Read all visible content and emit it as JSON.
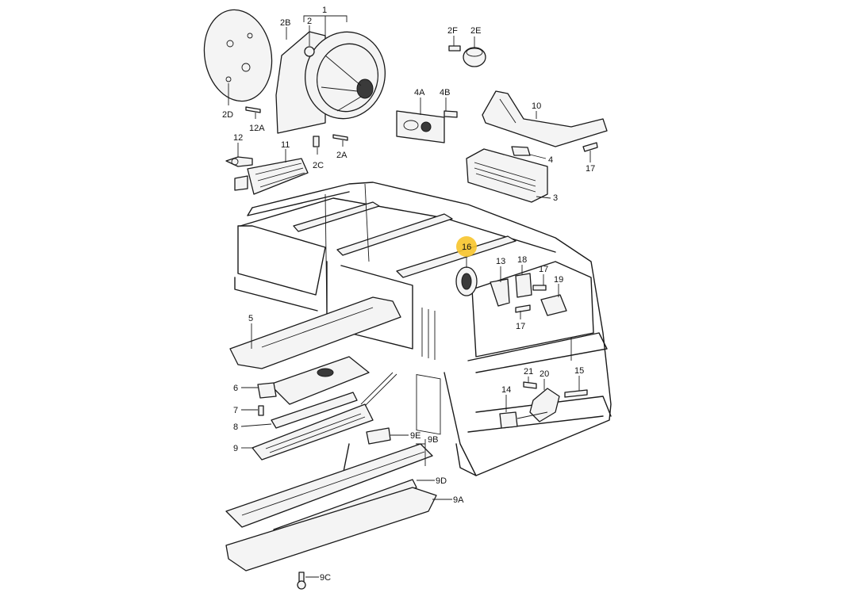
{
  "labels": [
    {
      "id": "1",
      "text": "1"
    },
    {
      "id": "2",
      "text": "2"
    },
    {
      "id": "2B",
      "text": "2B"
    },
    {
      "id": "2D",
      "text": "2D"
    },
    {
      "id": "12A",
      "text": "12A"
    },
    {
      "id": "2A",
      "text": "2A"
    },
    {
      "id": "2C",
      "text": "2C"
    },
    {
      "id": "12",
      "text": "12"
    },
    {
      "id": "11",
      "text": "11"
    },
    {
      "id": "2F",
      "text": "2F"
    },
    {
      "id": "2E",
      "text": "2E"
    },
    {
      "id": "4A",
      "text": "4A"
    },
    {
      "id": "4B",
      "text": "4B"
    },
    {
      "id": "10",
      "text": "10"
    },
    {
      "id": "4",
      "text": "4"
    },
    {
      "id": "17a",
      "text": "17"
    },
    {
      "id": "3",
      "text": "3"
    },
    {
      "id": "16",
      "text": "16"
    },
    {
      "id": "13",
      "text": "13"
    },
    {
      "id": "18",
      "text": "18"
    },
    {
      "id": "17b",
      "text": "17"
    },
    {
      "id": "19",
      "text": "19"
    },
    {
      "id": "17c",
      "text": "17"
    },
    {
      "id": "5",
      "text": "5"
    },
    {
      "id": "6",
      "text": "6"
    },
    {
      "id": "7",
      "text": "7"
    },
    {
      "id": "8",
      "text": "8"
    },
    {
      "id": "9",
      "text": "9"
    },
    {
      "id": "9E",
      "text": "9E"
    },
    {
      "id": "9B",
      "text": "9B"
    },
    {
      "id": "9D",
      "text": "9D"
    },
    {
      "id": "9A",
      "text": "9A"
    },
    {
      "id": "9C",
      "text": "9C"
    },
    {
      "id": "21",
      "text": "21"
    },
    {
      "id": "20",
      "text": "20"
    },
    {
      "id": "15",
      "text": "15"
    },
    {
      "id": "14",
      "text": "14"
    }
  ],
  "highlight": {
    "label_id": "16",
    "color": "#f7c42b"
  },
  "colors": {
    "line": "#1a1a1a",
    "background": "#ffffff"
  }
}
